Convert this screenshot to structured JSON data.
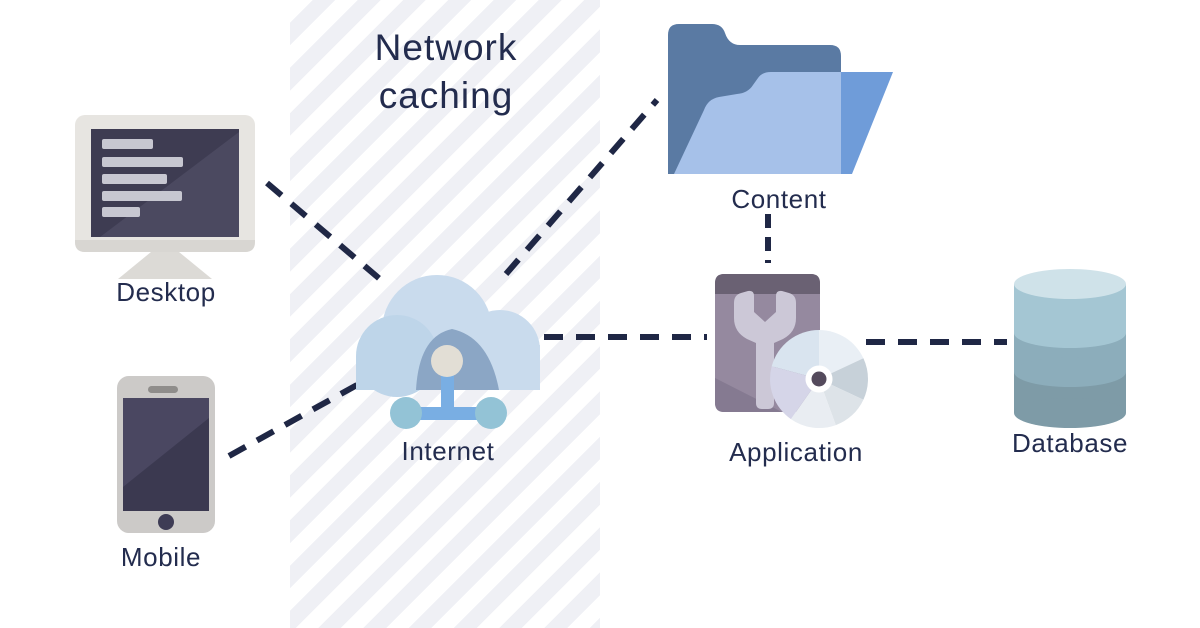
{
  "title": "Network caching",
  "zone": {
    "name": "Network caching",
    "style": "diagonal-hatched-band"
  },
  "nodes": {
    "desktop": {
      "label": "Desktop",
      "icon": "desktop-monitor-icon"
    },
    "mobile": {
      "label": "Mobile",
      "icon": "smartphone-icon"
    },
    "internet": {
      "label": "Internet",
      "icon": "cloud-network-icon"
    },
    "content": {
      "label": "Content",
      "icon": "open-folder-icon"
    },
    "application": {
      "label": "Application",
      "icon": "wrench-and-disc-icon"
    },
    "database": {
      "label": "Database",
      "icon": "database-cylinder-icon"
    }
  },
  "edges": [
    {
      "from": "desktop",
      "to": "internet",
      "style": "dashed"
    },
    {
      "from": "mobile",
      "to": "internet",
      "style": "dashed"
    },
    {
      "from": "internet",
      "to": "content",
      "style": "dashed"
    },
    {
      "from": "internet",
      "to": "application",
      "style": "dashed"
    },
    {
      "from": "content",
      "to": "application",
      "style": "dashed"
    },
    {
      "from": "application",
      "to": "database",
      "style": "dashed"
    }
  ],
  "palette": {
    "background": "#ffffff",
    "stripe": "#eff0f5",
    "connector": "#1f2745",
    "text": "#232c4e",
    "cloud_main": "#c9dbed",
    "cloud_puff": "#bed5e9",
    "cloud_arch": "#8ba6c5",
    "network_link": "#79aee3",
    "network_node": "#93c3d6",
    "folder_back": "#5a7aa3",
    "folder_front": "#a6c1e9",
    "folder_side": "#6f9cd9",
    "app_box": "#95899f",
    "app_box_top": "#6a6173",
    "wrench": "#ccc8d7",
    "screen_dark": "#3e3c52",
    "device_gray": "#cccac8",
    "db_top": "#cfe2e9",
    "db_band1": "#a4c6d3",
    "db_band2": "#8cadbb",
    "db_band3": "#7e9ba7"
  }
}
